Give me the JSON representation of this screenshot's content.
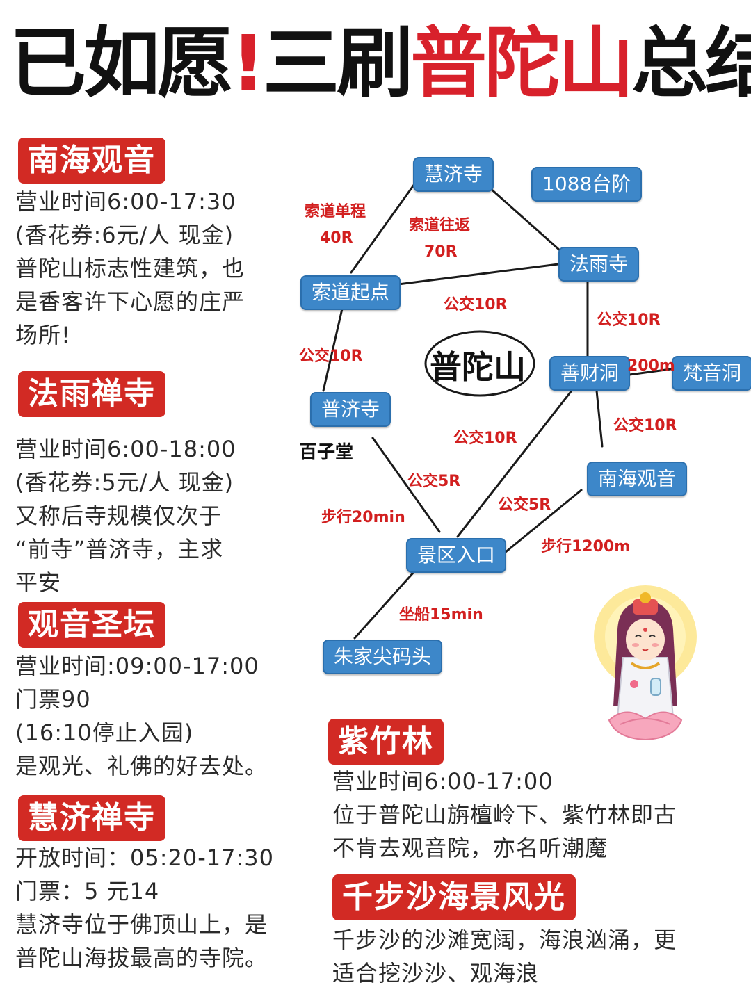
{
  "title": {
    "part1": "已如愿",
    "excl": "!",
    "part2": "三刷",
    "part3": "普陀山",
    "part4": "总结"
  },
  "sections": {
    "nanhai": {
      "tag": "南海观音",
      "text": "营业时间6:00-17:30\n(香花券:6元/人 现金)\n普陀山标志性建筑，也\n是香客许下心愿的庄严\n场所!"
    },
    "fayu": {
      "tag": "法雨禅寺",
      "text": "营业时间6:00-18:00\n(香花券:5元/人 现金)\n又称后寺规模仅次于\n“前寺”普济寺，主求\n平安"
    },
    "guanyin": {
      "tag": "观音圣坛",
      "text": "营业时间:09:00-17:00\n门票90\n(16:10停止入园)\n是观光、礼佛的好去处。"
    },
    "huiji": {
      "tag": "慧济禅寺",
      "text": "开放时间：05:20-17:30\n门票：5 元14\n慧济寺位于佛顶山上，是\n普陀山海拔最高的寺院。"
    },
    "zizhulin": {
      "tag": "紫竹林",
      "text": "营业时间6:00-17:00\n位于普陀山旃檀岭下、紫竹林即古\n不肯去观音院，亦名听潮魔"
    },
    "qianbusha": {
      "tag": "千步沙海景风光",
      "text": "千步沙的沙滩宽阔，海浪汹涌，更\n适合挖沙沙、观海浪"
    }
  },
  "map": {
    "center": "普陀山",
    "nodes": {
      "huijisi": "慧济寺",
      "steps": "1088台阶",
      "fayusi": "法雨寺",
      "suodao": "索道起点",
      "shancai": "善财洞",
      "fanyin": "梵音洞",
      "pujisi": "普济寺",
      "nanhai": "南海观音",
      "entrance": "景区入口",
      "zhujia": "朱家尖码头"
    },
    "baizitang": "百子堂",
    "edges": {
      "suodao_single": "索道单程",
      "price40": "40R",
      "suodao_return": "索道往返",
      "price70": "70R",
      "bus_suodao_fayu": "公交10R",
      "bus_fayu_shancai": "公交10R",
      "bus_suodao_puji": "公交10R",
      "m200": "200m",
      "bus_shancai_nanhai": "公交10R",
      "bus_entrance_shancai": "公交10R",
      "bus_baizi": "公交5R",
      "walk20": "步行20min",
      "bus_nanhai": "公交5R",
      "walk1200": "步行1200m",
      "boat": "坐船15min"
    }
  },
  "colors": {
    "accent_red": "#d22a24",
    "node_blue": "#3d87c9"
  }
}
